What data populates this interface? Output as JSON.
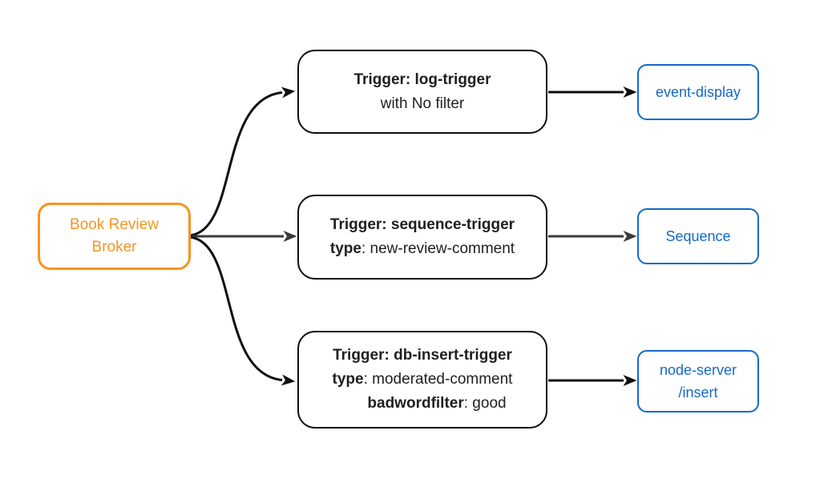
{
  "colors": {
    "background": "#ffffff",
    "orange": "#f7941e",
    "blue": "#1569c7",
    "node_border": "#0f0f0f",
    "node_text": "#1f1f1f",
    "arrow_black": "#0f0f0f",
    "arrow_gray": "#3a3a3a"
  },
  "broker": {
    "line1": "Book Review",
    "line2": "Broker"
  },
  "triggers": [
    {
      "title": "Trigger: log-trigger",
      "subtitle": "with No filter"
    },
    {
      "title": "Trigger: sequence-trigger",
      "attr1_key": "type",
      "attr1_value": ": new-review-comment"
    },
    {
      "title": "Trigger: db-insert-trigger",
      "attr1_key": "type",
      "attr1_value": ": moderated-comment",
      "attr2_key": "badwordfilter",
      "attr2_value": ": good"
    }
  ],
  "sinks": [
    {
      "label": "event-display"
    },
    {
      "label": "Sequence"
    },
    {
      "label": "node-server",
      "label_line2": "/insert"
    }
  ]
}
